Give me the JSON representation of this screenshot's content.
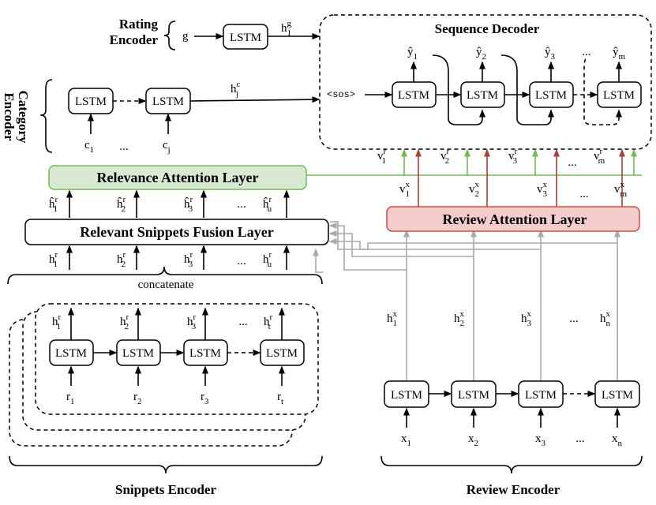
{
  "colors": {
    "relevance_fill": "#d9ead3",
    "relevance_stroke": "#74b95a",
    "review_fill": "#f4cccc",
    "review_stroke": "#c0504d",
    "grey_arrow": "#aaaaaa",
    "red_arrow": "#a3433a"
  },
  "labels": {
    "rating_encoder": [
      "Rating",
      "Encoder"
    ],
    "category_encoder": [
      "Category",
      "Encoder"
    ],
    "sequence_decoder": "Sequence Decoder",
    "relevance_layer": "Relevance Attention Layer",
    "fusion_layer": "Relevant Snippets Fusion Layer",
    "review_attention_layer": "Review Attention Layer",
    "concatenate": "concatenate",
    "snippets_encoder": "Snippets Encoder",
    "review_encoder": "Review Encoder",
    "lstm": "LSTM",
    "sos": "<sos>",
    "dots": "...",
    "rating_input": "g",
    "rating_output": {
      "base": "h",
      "sup": "g",
      "sub": "1"
    },
    "category_output": {
      "base": "h",
      "sup": "c",
      "sub": "j"
    },
    "category_inputs": [
      {
        "base": "c",
        "sub": "1"
      },
      {
        "base": "c",
        "sub": "j"
      }
    ],
    "decoder_outputs": [
      {
        "base": "ŷ",
        "sub": "1"
      },
      {
        "base": "ŷ",
        "sub": "2"
      },
      {
        "base": "ŷ",
        "sub": "3"
      },
      {
        "base": "ŷ",
        "sub": "m"
      }
    ],
    "relevance_vectors": [
      {
        "base": "v",
        "sup": "r",
        "sub": "1"
      },
      {
        "base": "v",
        "sup": "r",
        "sub": "2"
      },
      {
        "base": "v",
        "sup": "r",
        "sub": "3"
      },
      {
        "base": "v",
        "sup": "r",
        "sub": "m"
      }
    ],
    "review_vectors": [
      {
        "base": "v",
        "sup": "x",
        "sub": "1"
      },
      {
        "base": "v",
        "sup": "x",
        "sub": "2"
      },
      {
        "base": "v",
        "sup": "x",
        "sub": "3"
      },
      {
        "base": "v",
        "sup": "x",
        "sub": "m"
      }
    ],
    "fused_outputs": [
      {
        "base": "ĥ",
        "sup": "r",
        "sub": "1"
      },
      {
        "base": "ĥ",
        "sup": "r",
        "sub": "2"
      },
      {
        "base": "ĥ",
        "sup": "r",
        "sub": "3"
      },
      {
        "base": "ĥ",
        "sup": "r",
        "sub": "u"
      }
    ],
    "fusion_inputs": [
      {
        "base": "h",
        "sup": "r",
        "sub": "1"
      },
      {
        "base": "h",
        "sup": "r",
        "sub": "2"
      },
      {
        "base": "h",
        "sup": "r",
        "sub": "3"
      },
      {
        "base": "h",
        "sup": "r",
        "sub": "u"
      }
    ],
    "snippet_outputs": [
      {
        "base": "h",
        "sup": "r",
        "sub": "1"
      },
      {
        "base": "h",
        "sup": "r",
        "sub": "2"
      },
      {
        "base": "h",
        "sup": "r",
        "sub": "3"
      },
      {
        "base": "h",
        "sup": "r",
        "sub": "t"
      }
    ],
    "snippet_inputs": [
      {
        "base": "r",
        "sub": "1"
      },
      {
        "base": "r",
        "sub": "2"
      },
      {
        "base": "r",
        "sub": "3"
      },
      {
        "base": "r",
        "sub": "t"
      }
    ],
    "review_outputs": [
      {
        "base": "h",
        "sup": "x",
        "sub": "1"
      },
      {
        "base": "h",
        "sup": "x",
        "sub": "2"
      },
      {
        "base": "h",
        "sup": "x",
        "sub": "3"
      },
      {
        "base": "h",
        "sup": "x",
        "sub": "n"
      }
    ],
    "review_inputs": [
      {
        "base": "x",
        "sub": "1"
      },
      {
        "base": "x",
        "sub": "2"
      },
      {
        "base": "x",
        "sub": "3"
      },
      {
        "base": "x",
        "sub": "n"
      }
    ]
  }
}
